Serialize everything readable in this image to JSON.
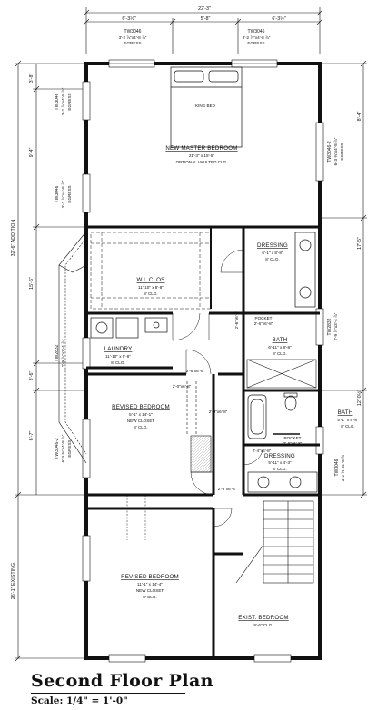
{
  "plan": {
    "title": "Second Floor Plan",
    "scale": "Scale: 1/4\" = 1'-0\""
  },
  "dims_top": {
    "overall": "22'-3\"",
    "left": "6'-3½\"",
    "middle": "5'-8\"",
    "right": "6'-3½\""
  },
  "dims_left": {
    "d1": "3'-8\"",
    "d2": "9'-4\"",
    "d3": "15'-6\"",
    "d4": "3'-6\"",
    "d5": "6'-7\"",
    "addition": "32'-6\" ADDITION",
    "existing": "26'-1\" EXISTING"
  },
  "dims_right": {
    "d1": "8'-4\"",
    "d2": "17'-5\"",
    "d3": "12'-0½\""
  },
  "windows": {
    "top_left": {
      "code": "TW3046",
      "size": "3'-2 ⅞\"x4'-8 ⅞\"",
      "note": "EGRESS"
    },
    "top_right": {
      "code": "TW3046",
      "size": "3'-2 ⅞\"x4'-8 ⅞\"",
      "note": "EGRESS"
    },
    "left_1": {
      "code": "TW3046",
      "size": "3'-2 ⅞\"x4'-8 ⅞\"",
      "note": "EGRESS"
    },
    "left_2": {
      "code": "TW3046",
      "size": "3'-2 ⅞\"x4'-8 ⅞\"",
      "note": "EGRESS"
    },
    "right_1": {
      "code": "TW3046-2",
      "size": "6'-3 ⅜\"x4'-8 ⅞\"",
      "note": "EGRESS"
    },
    "left_3": {
      "code": "TW2832",
      "size": "2'-9 ⅞\"x3'-4 ⅞\""
    },
    "right_2": {
      "code": "TW2832",
      "size": "2'-9 ⅞\"x3'-4 ⅞\""
    },
    "left_4": {
      "code": "TW3046-2",
      "size": "6'-3 ⅜\"x4'-8 ⅞\"",
      "note": "EGRESS"
    },
    "right_3": {
      "code": "TW3046",
      "size": "3'-2 ⅞\"x4'-8 ⅞\""
    }
  },
  "rooms": {
    "king_bed": "KING BED",
    "master": {
      "name": "NEW MASTER BEDROOM",
      "size": "21'-3\" x 15'-5\"",
      "ceiling": "OPTIONAL VAULTED CLG."
    },
    "wi_clos": {
      "name": "W.I. CLOS",
      "size": "11'-10\" x 8'-8\"",
      "ceiling": "8' CLG."
    },
    "dressing_1": {
      "name": "DRESSING",
      "size": "6'-1\" x 8'-8\"",
      "ceiling": "8' CLG."
    },
    "bath_1": {
      "name": "BATH",
      "size": "6'-11\" x 8'-8\"",
      "ceiling": "8' CLG."
    },
    "laundry": {
      "name": "LAUNDRY",
      "size": "11'-10\" x 5'-8\"",
      "ceiling": "8' CLG."
    },
    "revised_1": {
      "name": "REVISED BEDROOM",
      "size": "5'-1\" x 14'-1\"",
      "closet": "NEW CLOSET",
      "ceiling": "8' CLG."
    },
    "bath_2": {
      "name": "BATH",
      "size": "5'-1\" x 8'-8\"",
      "ceiling": "8' CLG."
    },
    "dressing_2": {
      "name": "DRESSING",
      "size": "5'-11\" x 4'-3\"",
      "ceiling": "8' CLG."
    },
    "revised_2": {
      "name": "REVISED BEDROOM",
      "size": "11'-1\" x 14'-4\"",
      "closet": "NEW CLOSET",
      "ceiling": "8' CLG."
    },
    "exist": {
      "name": "EXIST. BEDROOM",
      "size": "8'-6\" CLG."
    }
  },
  "doors": {
    "pocket_1": "POCKET",
    "pocket_1_size": "2'-6\"x6'-8\"",
    "pocket_2": "POCKET",
    "pocket_2_size": "2'-6\"x6'-8\"",
    "d_laundry": "2'-6\"x6'-8\"",
    "d_hall": "2'-6\"x6'-8\"",
    "d_closet": "2'-0\"x6'-8\"",
    "d_bath": "2'-0\"x6'-8\"",
    "d_dress": "2'-4\"x6'-8\"",
    "d_rev": "2'-6\"x6'-8\""
  }
}
